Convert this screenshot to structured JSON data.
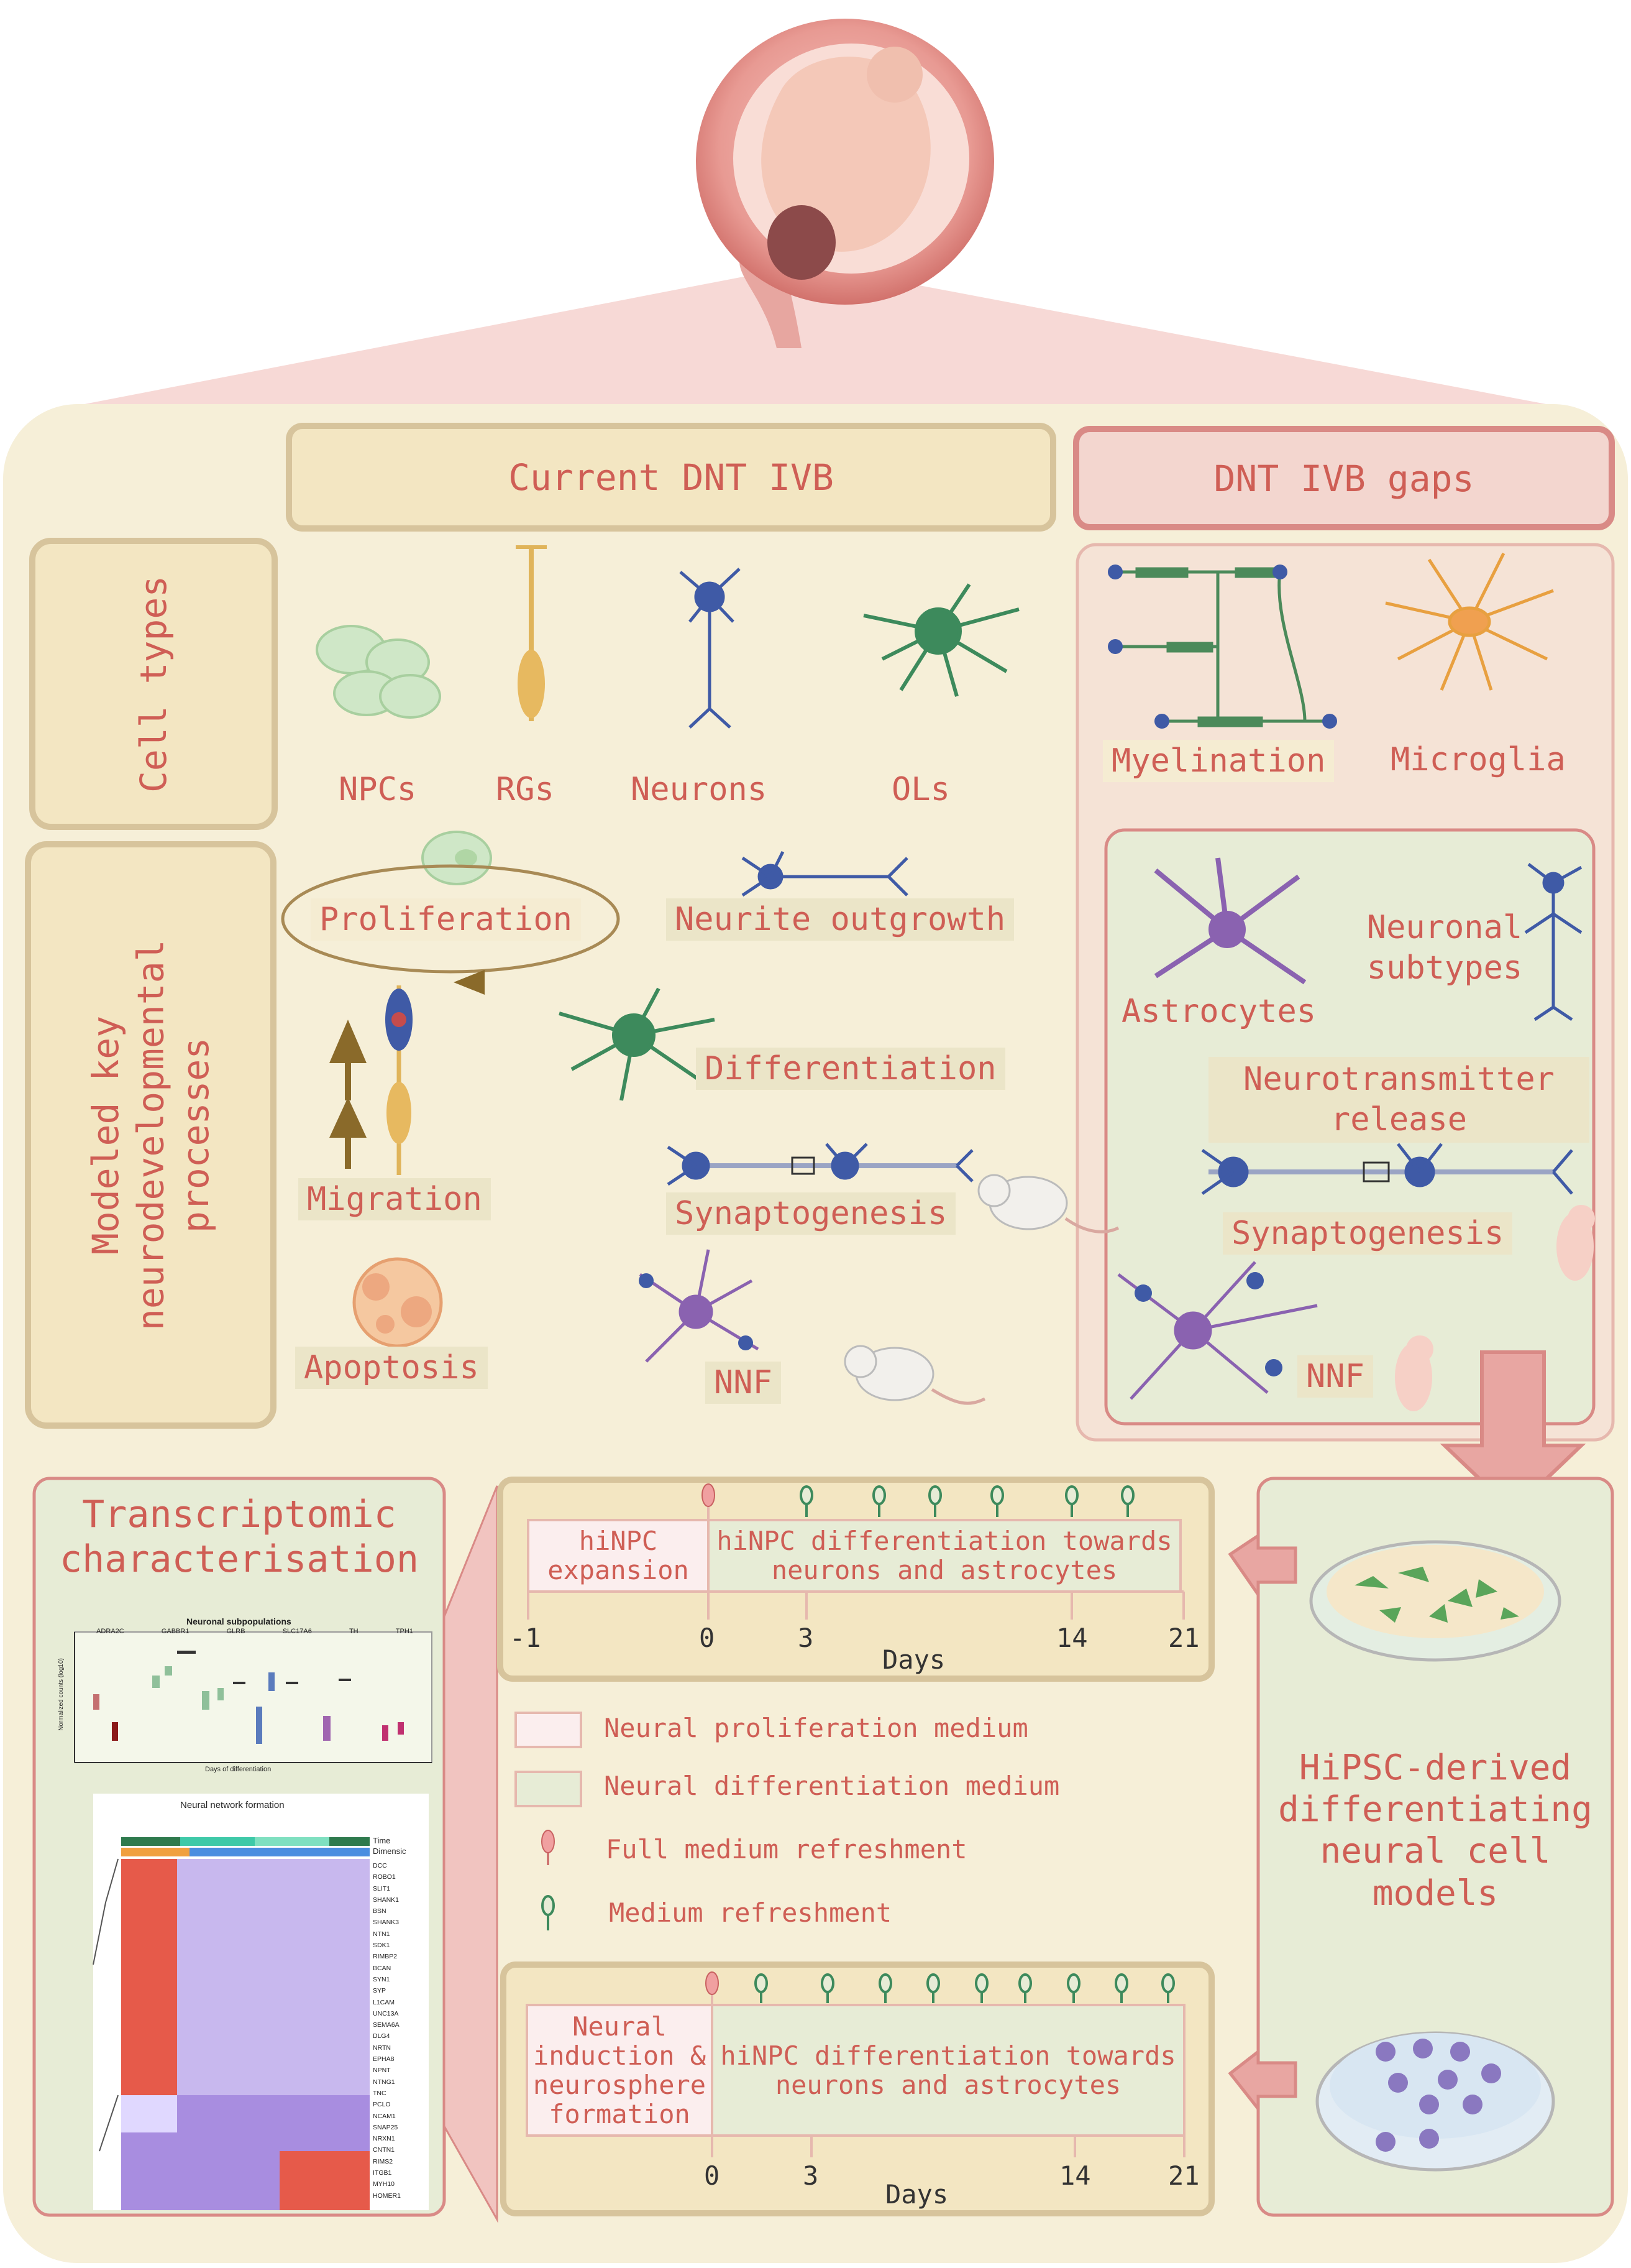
{
  "headers": {
    "current": "Current DNT IVB",
    "gaps": "DNT IVB gaps"
  },
  "sections": {
    "cell_types": "Cell types",
    "processes": "Modeled key neurodevelopmental processes"
  },
  "cell_types": [
    "NPCs",
    "RGs",
    "Neurons",
    "OLs"
  ],
  "processes": {
    "proliferation": "Proliferation",
    "neurite": "Neurite outgrowth",
    "differentiation": "Differentiation",
    "migration": "Migration",
    "synaptogenesis": "Synaptogenesis",
    "apoptosis": "Apoptosis",
    "nnf": "NNF"
  },
  "gaps": {
    "myelination": "Myelination",
    "microglia": "Microglia",
    "astrocytes": "Astrocytes",
    "neuronal_subtypes": "Neuronal subtypes",
    "neurotransmitter": "Neurotransmitter release",
    "synaptogenesis": "Synaptogenesis",
    "nnf": "NNF"
  },
  "transcriptomic": {
    "title": "Transcriptomic characterisation",
    "chart_title": "Neuronal subpopulations",
    "chart_genes": [
      "ADRA2C",
      "GABBR1",
      "GLRB",
      "SLC17A6",
      "TH",
      "TPH1"
    ],
    "chart_ylabel": "Normalized counts (log10)",
    "chart_xlabel": "Days of differentiation",
    "heatmap_title": "Neural network formation",
    "heatmap_annot": [
      "Time",
      "Dimensic"
    ],
    "heatmap_genes": [
      "DCC",
      "ROBO1",
      "SLIT1",
      "SHANK1",
      "BSN",
      "SHANK3",
      "NTN1",
      "SDK1",
      "RIMBP2",
      "BCAN",
      "SYN1",
      "SYP",
      "L1CAM",
      "UNC13A",
      "SEMA6A",
      "DLG4",
      "NRTN",
      "EPHA8",
      "NPNT",
      "NTNG1",
      "TNC",
      "PCLO",
      "NCAM1",
      "SNAP25",
      "NRXN1",
      "CNTN1",
      "RIMS2",
      "ITGB1",
      "MYH10",
      "HOMER1"
    ]
  },
  "model_label": "HiPSC-derived differentiating neural cell models",
  "timeline1": {
    "phase1": "hiNPC expansion",
    "phase2": "hiNPC differentiation towards neurons and astrocytes",
    "ticks": [
      "-1",
      "0",
      "3",
      "14",
      "21"
    ],
    "axis": "Days"
  },
  "timeline2": {
    "phase1": "Neural induction & neurosphere formation",
    "phase2": "hiNPC differentiation towards neurons and astrocytes",
    "ticks": [
      "0",
      "3",
      "14",
      "21"
    ],
    "axis": "Days"
  },
  "legend": {
    "prolif": "Neural proliferation medium",
    "diff": "Neural differentiation medium",
    "full": "Full medium refreshment",
    "medium": "Medium refreshment"
  },
  "colors": {
    "accent": "#cf5e55",
    "panel": "#f6efd8",
    "frame": "#d7c49c",
    "gap_panel": "#f5e3d6",
    "green_panel": "#e7ecd6",
    "neuron_blue": "#3f5aa6",
    "ol_green": "#3d8a5c",
    "astro_purple": "#8a62b0"
  }
}
